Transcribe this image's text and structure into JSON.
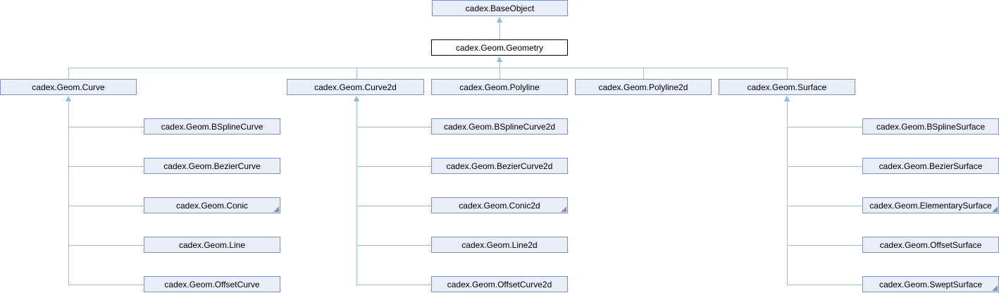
{
  "diagram": {
    "type": "class-inheritance-graph",
    "colors": {
      "node_fill": "#e9edf7",
      "node_border": "#8091c1",
      "current_node_fill": "#ffffff",
      "current_node_border": "#000000",
      "edge": "#9cc2e2",
      "arrowhead": "#8fb8dc",
      "text": "#000000",
      "background": "#ffffff"
    },
    "current_class": "cadex.Geom.Geometry",
    "truncated_nodes": [
      "cadex.Geom.Conic",
      "cadex.Geom.Conic2d",
      "cadex.Geom.ElementarySurface",
      "cadex.Geom.SweptSurface"
    ],
    "edges_meaning": "arrows point from derived class to base class",
    "hierarchy": {
      "cadex.BaseObject": [
        "cadex.Geom.Geometry"
      ],
      "cadex.Geom.Geometry": [
        "cadex.Geom.Curve",
        "cadex.Geom.Curve2d",
        "cadex.Geom.Polyline",
        "cadex.Geom.Polyline2d",
        "cadex.Geom.Surface"
      ],
      "cadex.Geom.Curve": [
        "cadex.Geom.BSplineCurve",
        "cadex.Geom.BezierCurve",
        "cadex.Geom.Conic",
        "cadex.Geom.Line",
        "cadex.Geom.OffsetCurve"
      ],
      "cadex.Geom.Curve2d": [
        "cadex.Geom.BSplineCurve2d",
        "cadex.Geom.BezierCurve2d",
        "cadex.Geom.Conic2d",
        "cadex.Geom.Line2d",
        "cadex.Geom.OffsetCurve2d"
      ],
      "cadex.Geom.Surface": [
        "cadex.Geom.BSplineSurface",
        "cadex.Geom.BezierSurface",
        "cadex.Geom.ElementarySurface",
        "cadex.Geom.OffsetSurface",
        "cadex.Geom.SweptSurface"
      ]
    }
  },
  "nodes": [
    {
      "label": "cadex.BaseObject"
    },
    {
      "label": "cadex.Geom.Geometry"
    },
    {
      "label": "cadex.Geom.Curve"
    },
    {
      "label": "cadex.Geom.Curve2d"
    },
    {
      "label": "cadex.Geom.Polyline"
    },
    {
      "label": "cadex.Geom.Polyline2d"
    },
    {
      "label": "cadex.Geom.Surface"
    },
    {
      "label": "cadex.Geom.BSplineCurve"
    },
    {
      "label": "cadex.Geom.BezierCurve"
    },
    {
      "label": "cadex.Geom.Conic"
    },
    {
      "label": "cadex.Geom.Line"
    },
    {
      "label": "cadex.Geom.OffsetCurve"
    },
    {
      "label": "cadex.Geom.BSplineCurve2d"
    },
    {
      "label": "cadex.Geom.BezierCurve2d"
    },
    {
      "label": "cadex.Geom.Conic2d"
    },
    {
      "label": "cadex.Geom.Line2d"
    },
    {
      "label": "cadex.Geom.OffsetCurve2d"
    },
    {
      "label": "cadex.Geom.BSplineSurface"
    },
    {
      "label": "cadex.Geom.BezierSurface"
    },
    {
      "label": "cadex.Geom.ElementarySurface"
    },
    {
      "label": "cadex.Geom.OffsetSurface"
    },
    {
      "label": "cadex.Geom.SweptSurface"
    }
  ]
}
